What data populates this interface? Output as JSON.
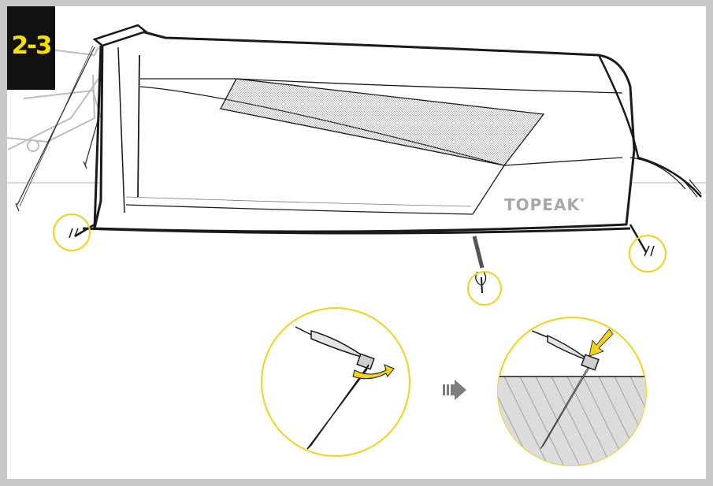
{
  "step": {
    "label": "2-3"
  },
  "brand": {
    "name": "TOPEAK",
    "registered": "®"
  },
  "colors": {
    "badge_background": "#111111",
    "badge_text": "#f7e000",
    "highlight_circle": "#f2d21b",
    "frame": "#c8c8c8",
    "ground_hatch": "#c9c9c9",
    "ink": "#1a1a1a"
  },
  "icons": {
    "arrow": "triple-bar-right-arrow",
    "rotate": "curved-rotate-arrow",
    "press": "yellow-press-arrow"
  }
}
